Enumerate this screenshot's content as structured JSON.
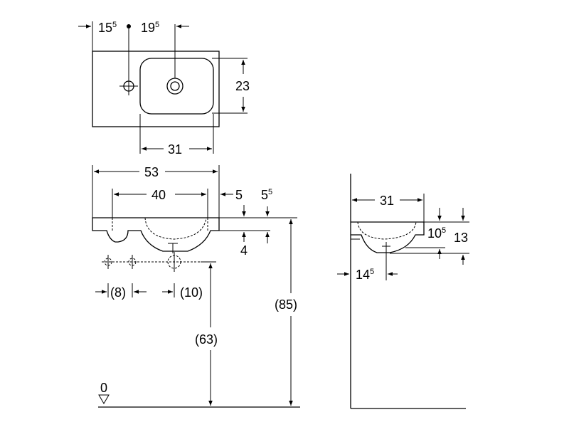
{
  "top_view": {
    "dim_15": {
      "main": "15",
      "sup": "5"
    },
    "dim_19": {
      "main": "19",
      "sup": "5"
    },
    "dim_23": "23",
    "dim_31": "31"
  },
  "front_view": {
    "dim_53": "53",
    "dim_40": "40",
    "dim_5": "5",
    "dim_5_5": {
      "main": "5",
      "sup": "5"
    },
    "dim_4": "4",
    "dim_8": "(8)",
    "dim_10": "(10)",
    "dim_63": "(63)",
    "dim_85": "(85)",
    "floor_level": "0"
  },
  "side_view": {
    "dim_31": "31",
    "dim_10_5": {
      "main": "10",
      "sup": "5"
    },
    "dim_13": "13",
    "dim_14_5": {
      "main": "14",
      "sup": "5"
    }
  }
}
